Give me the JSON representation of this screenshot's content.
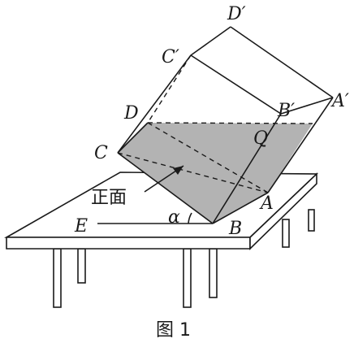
{
  "vertices": {
    "d_prime": "D′",
    "c_prime": "C′",
    "a_prime": "A′",
    "b_prime": "B′",
    "d": "D",
    "q": "Q",
    "c": "C",
    "a": "A",
    "b": "B",
    "e": "E"
  },
  "angle_label": "α",
  "face_label": "正面",
  "caption": "图 1",
  "colors": {
    "ink": "#1a1a1a",
    "water": "#b3b3b3",
    "table": "#ffffff"
  }
}
